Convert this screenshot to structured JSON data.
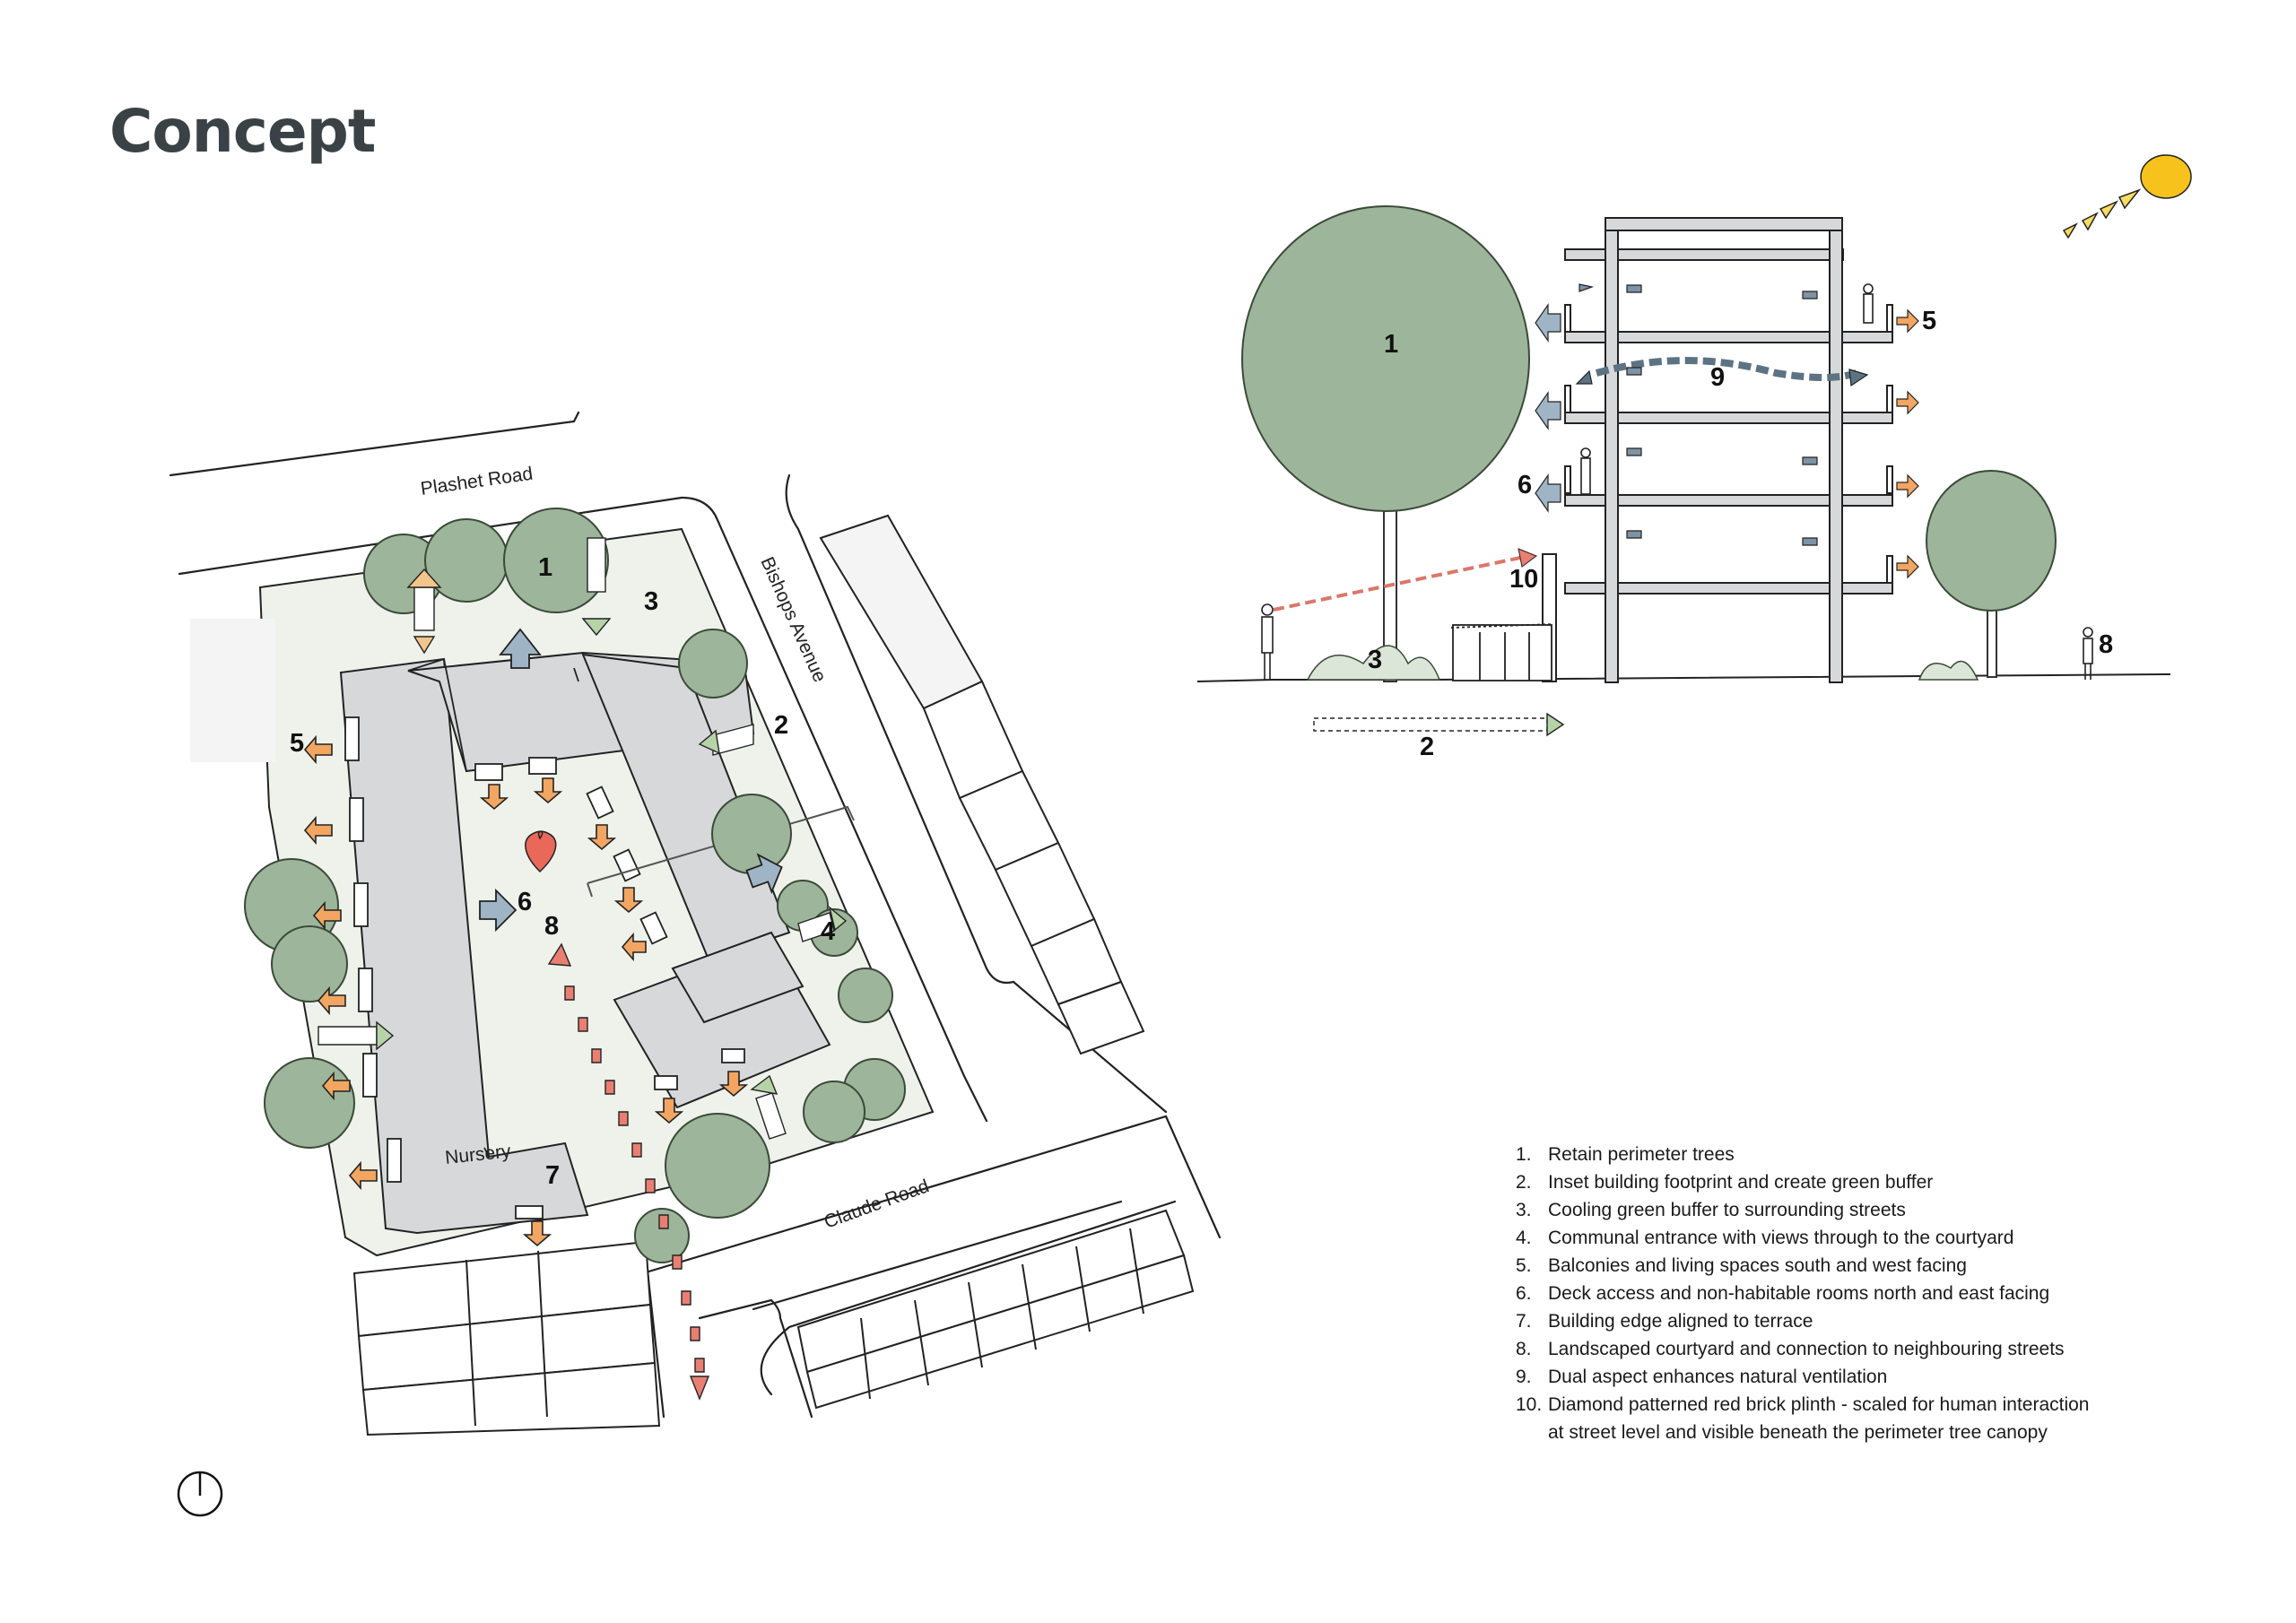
{
  "title": "Concept",
  "colors": {
    "title": "#3a4246",
    "tree": "#9db59a",
    "building": "#d6d8da",
    "green_buffer": "#eef2ea",
    "arrow_orange": "#f2a662",
    "arrow_blue": "#9fb4c4",
    "arrow_green": "#b6d3a8",
    "arrow_red": "#e97f72",
    "heart": "#e9685a",
    "sun": "#f7c21b",
    "brick": "#d9786b"
  },
  "site_plan": {
    "roads": {
      "plashet": "Plashet Road",
      "bishops": "Bishops Avenue",
      "claude": "Claude Road"
    },
    "building_label": "Nursery",
    "markers": {
      "m1": "1",
      "m2": "2",
      "m3": "3",
      "m4": "4",
      "m5": "5",
      "m6": "6",
      "m7": "7",
      "m8": "8"
    },
    "icons": [
      "heart-icon",
      "north-arrow-icon"
    ]
  },
  "section": {
    "markers": {
      "m1": "1",
      "m2": "2",
      "m3": "3",
      "m5": "5",
      "m6": "6",
      "m8": "8",
      "m9": "9",
      "m10": "10"
    },
    "icons": [
      "sun-icon"
    ]
  },
  "legend": [
    {
      "num": "1.",
      "text": "Retain perimeter trees"
    },
    {
      "num": "2.",
      "text": "Inset building footprint and create green buffer"
    },
    {
      "num": "3.",
      "text": "Cooling green buffer to surrounding streets"
    },
    {
      "num": "4.",
      "text": "Communal entrance with views through to the courtyard"
    },
    {
      "num": "5.",
      "text": "Balconies and living spaces south and west facing"
    },
    {
      "num": "6.",
      "text": "Deck access and non-habitable rooms north and east facing"
    },
    {
      "num": "7.",
      "text": "Building edge aligned to terrace"
    },
    {
      "num": "8.",
      "text": "Landscaped courtyard and connection to neighbouring streets"
    },
    {
      "num": "9.",
      "text": "Dual aspect enhances natural ventilation"
    },
    {
      "num": "10.",
      "text": "Diamond patterned red brick plinth - scaled for human interaction"
    },
    {
      "num": "",
      "text": "at street level and visible beneath the perimeter tree canopy"
    }
  ]
}
